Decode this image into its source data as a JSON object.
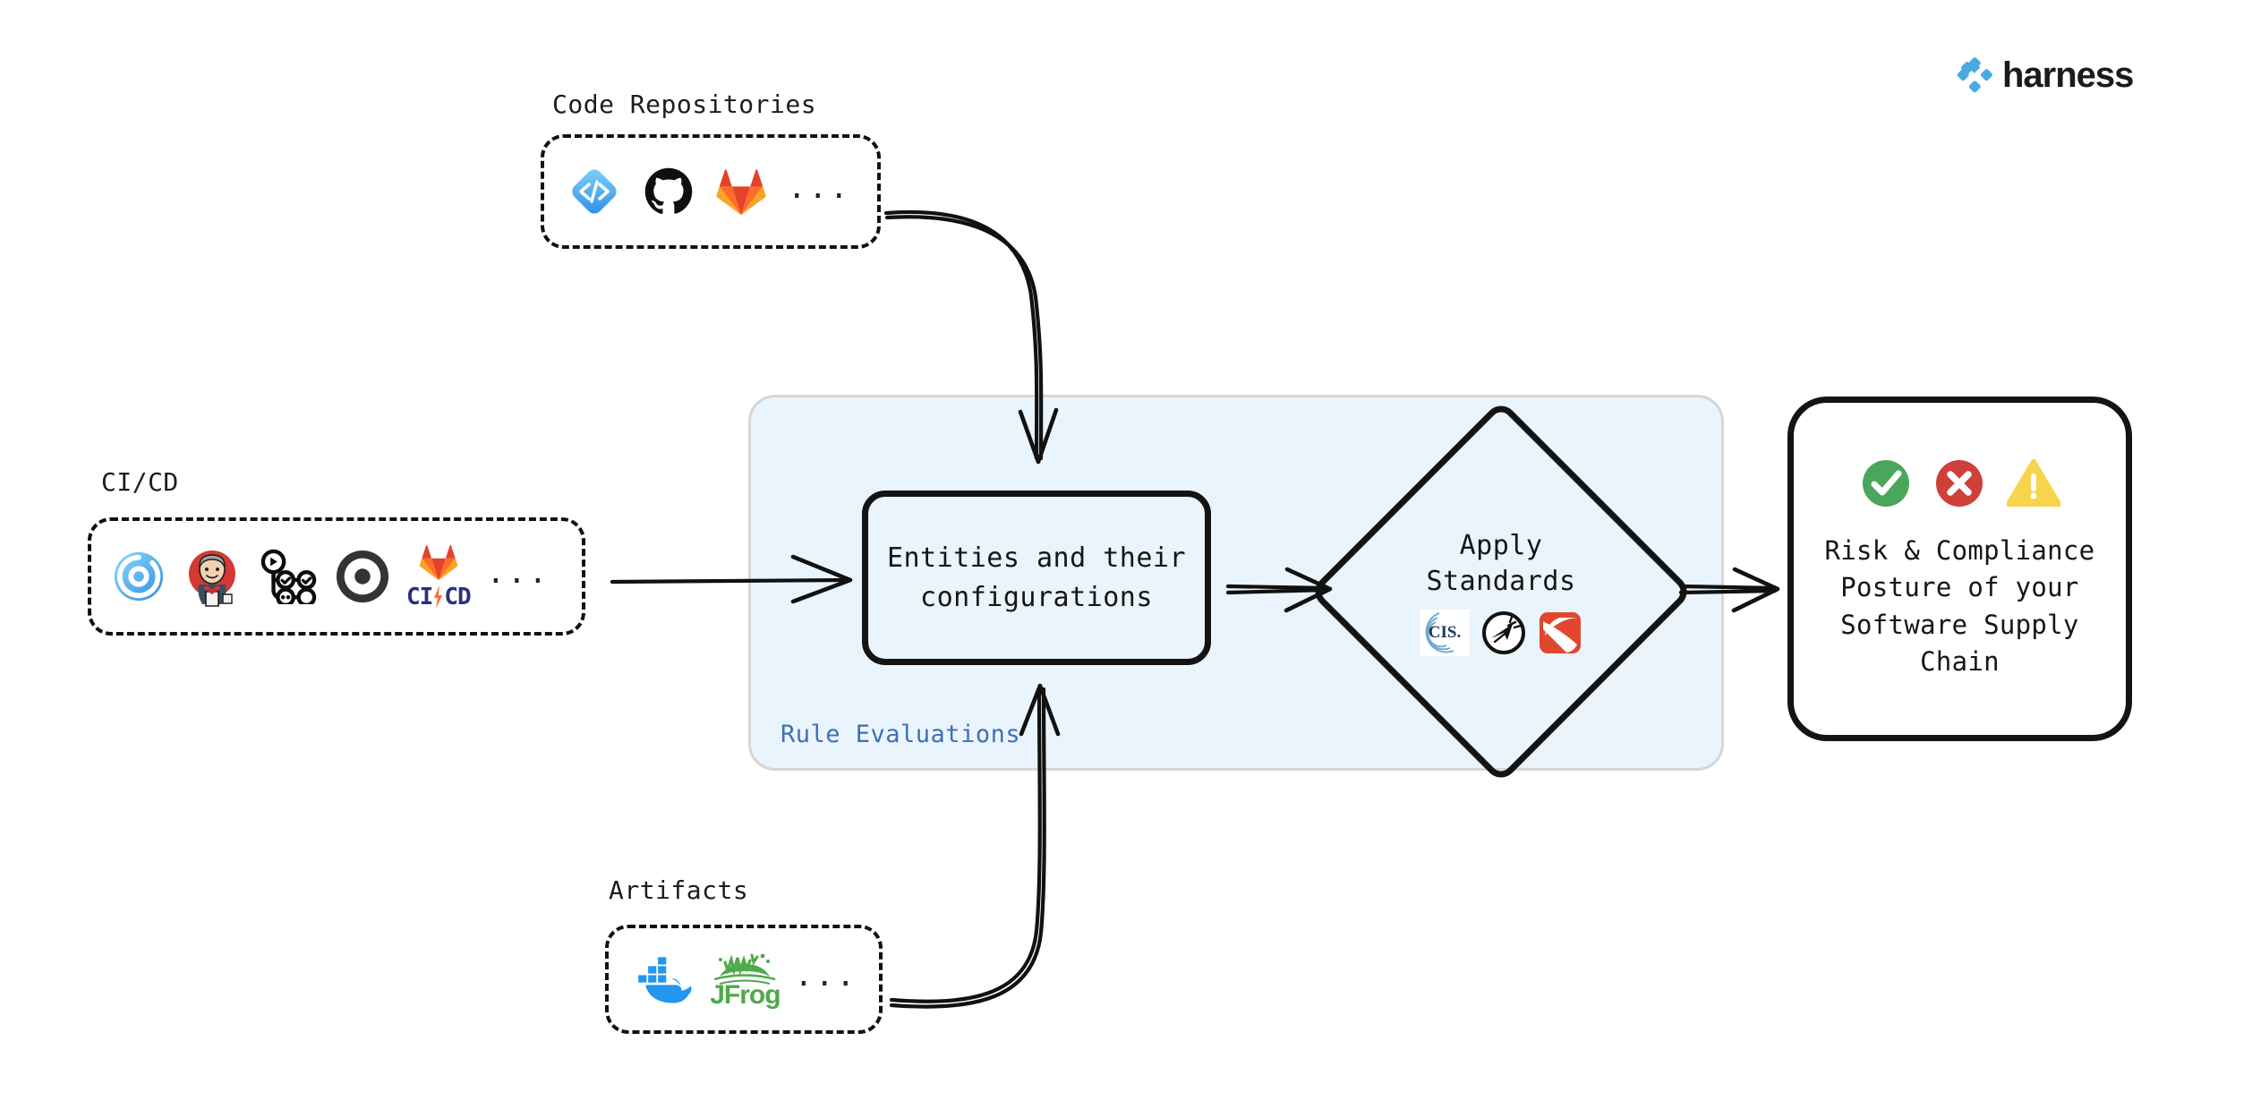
{
  "brand": {
    "logo_icon": "harness-diamond-icon",
    "wordmark": "harness",
    "accent": "#4aaae4"
  },
  "sources": [
    {
      "id": "code-repositories",
      "label": "Code Repositories",
      "ellipsis": "...",
      "icons": [
        {
          "name": "harness-code-icon",
          "label": "Harness Code"
        },
        {
          "name": "github-icon",
          "label": "GitHub"
        },
        {
          "name": "gitlab-icon",
          "label": "GitLab"
        }
      ]
    },
    {
      "id": "ci-cd",
      "label": "CI/CD",
      "ellipsis": "...",
      "icons": [
        {
          "name": "harness-ci-icon",
          "label": "Harness CI"
        },
        {
          "name": "jenkins-icon",
          "label": "Jenkins"
        },
        {
          "name": "github-actions-icon",
          "label": "GitHub Actions"
        },
        {
          "name": "circleci-icon",
          "label": "CircleCI"
        },
        {
          "name": "gitlab-cicd-icon",
          "label": "GitLab CI/CD",
          "text_ci": "CI",
          "text_cd": "CD"
        }
      ]
    },
    {
      "id": "artifacts",
      "label": "Artifacts",
      "ellipsis": "...",
      "icons": [
        {
          "name": "docker-icon",
          "label": "Docker"
        },
        {
          "name": "jfrog-icon",
          "label": "JFrog",
          "text": "JFrog"
        }
      ]
    }
  ],
  "panel": {
    "caption": "Rule Evaluations",
    "caption_color": "#3f6fb8",
    "fill": "#eaf4fc",
    "border": "#d6d6d6"
  },
  "entities": {
    "text": "Entities and their\nconfigurations"
  },
  "apply_standards": {
    "text": "Apply\nStandards",
    "icons": [
      {
        "name": "cis-icon",
        "label": "CIS",
        "text": "CIS."
      },
      {
        "name": "slsa-icon",
        "label": "SLSA"
      },
      {
        "name": "owasp-icon",
        "label": "OWASP"
      }
    ]
  },
  "outcome": {
    "text": "Risk & Compliance\nPosture of your\nSoftware Supply\nChain",
    "status_icons": [
      {
        "name": "success-check-icon",
        "label": "Pass",
        "color": "#4aa65a"
      },
      {
        "name": "error-cross-icon",
        "label": "Fail",
        "color": "#cf4038"
      },
      {
        "name": "warning-triangle-icon",
        "label": "Warning",
        "color": "#f7d44c"
      }
    ]
  },
  "flows": [
    {
      "name": "flow-code-repositories-to-entities",
      "from": "code-repositories",
      "to": "entities"
    },
    {
      "name": "flow-cicd-to-entities",
      "from": "ci-cd",
      "to": "entities"
    },
    {
      "name": "flow-artifacts-to-entities",
      "from": "artifacts",
      "to": "entities"
    },
    {
      "name": "flow-entities-to-apply-standards",
      "from": "entities",
      "to": "apply-standards"
    },
    {
      "name": "flow-apply-standards-to-outcome",
      "from": "apply-standards",
      "to": "outcome"
    }
  ]
}
